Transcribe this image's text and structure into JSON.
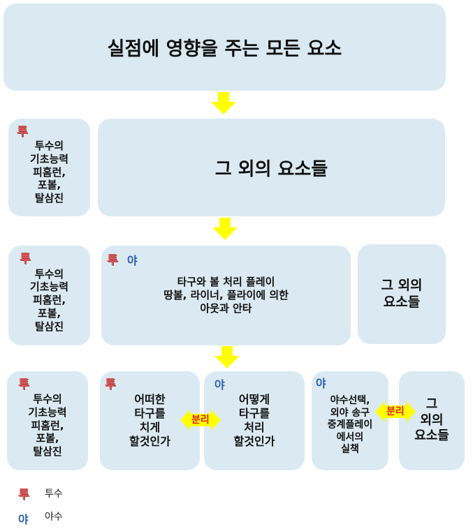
{
  "legend_marks": {
    "pitcher": "투",
    "fielder": "야"
  },
  "level1": {
    "title": "실점에 영향을 주는 모든 요소"
  },
  "level2": {
    "pitcher_box": "투수의\n기초능력\n피홈런,\n포볼,\n탈삼진",
    "other": "그 외의 요소들"
  },
  "level3": {
    "pitcher_box": "투수의\n기초능력\n피홈런,\n포볼,\n탈삼진",
    "batted_ball": "타구와 볼 처리 플레이\n땅볼, 라이너, 플라이에 의한\n아웃과 안타",
    "other": "그 외의\n요소들"
  },
  "level4": {
    "pitcher_box": "투수의\n기초능력\n피홈런,\n포볼,\n탈삼진",
    "hit_type": "어떠한\n타구를\n치게\n할것인가",
    "handling": "어떻게\n타구를\n처리\n할것인가",
    "fielding": "야수선택,\n외야 송구\n중계플레이\n에서의\n실책",
    "other": "그\n외의\n요소들",
    "separate_label": "분리"
  },
  "legend": {
    "pitcher": "투수",
    "fielder": "야수"
  },
  "colors": {
    "box": "#dbeaf2",
    "arrow": "#ffff00",
    "pitcher": "#d85a5a",
    "fielder": "#2a5db0"
  }
}
